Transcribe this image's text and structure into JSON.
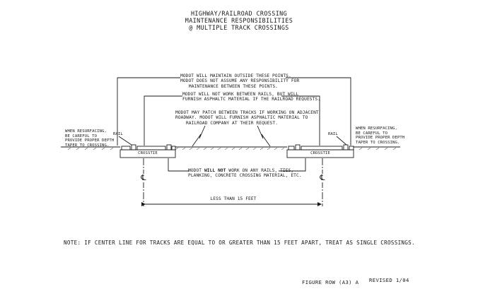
{
  "title": {
    "line1": "HIGHWAY/RAILROAD CROSSING",
    "line2": "MAINTENANCE RESPONSIBILITIES",
    "line3": "@ MULTIPLE TRACK CROSSINGS"
  },
  "callouts": {
    "outside_points": {
      "line1": "MODOT WILL MAINTAIN OUTSIDE THESE POINTS.",
      "line2": "MODOT DOES NOT ASSUME ANY RESPONSIBILITY FOR",
      "line3": "MAINTENANCE BETWEEN THESE POINTS."
    },
    "between_rails": {
      "line1": "MODOT WILL NOT WORK BETWEEN RAILS, BUT WILL",
      "line2": "FURNISH ASPHALTC MATERIAL IF THE RAILROAD REQUESTS."
    },
    "patch_between_tracks": {
      "line1": "MODOT MAY PATCH BETWEEN TRACKS IF WORKING ON ADJACENT",
      "line2": "ROADWAY.  MODOT WILL FURNISH ASPHALTIC MATERIAL TO",
      "line3": "RAILROAD COMPANY AT THEIR REQUEST."
    },
    "will_not_work": {
      "prefix": "MODOT ",
      "emphasis": "WILL NOT",
      "suffix": " WORK ON ANY RAILS, TIES,",
      "line2": "PLANKING, CONCRETE CROSSING MATERIAL, ETC."
    },
    "resurface_left": {
      "line1": "WHEN RESURFACING,",
      "line2": "BE CAREFUL TO",
      "line3": "PROVIDE PROPER DEPTH",
      "line4": "TAPER TO CROSSING."
    },
    "resurface_right": {
      "line1": "WHEN RESURFACING,",
      "line2": "BE CAREFUL TO",
      "line3": "PROVIDE PROPER DEPTH",
      "line4": "TAPER TO CROSSING."
    }
  },
  "labels": {
    "rail_left": "RAIL",
    "rail_right": "RAIL",
    "crosstie_left": "CROSSTIE",
    "crosstie_right": "CROSSTIE",
    "centerline_left": "℄",
    "centerline_right": "℄",
    "dimension": "LESS THAN 15 FEET"
  },
  "note": "NOTE:  IF CENTER LINE FOR TRACKS ARE EQUAL TO OR GREATER THAN 15 FEET APART, TREAT AS SINGLE CROSSINGS.",
  "footer": {
    "figure": "FIGURE ROW (A3) A",
    "revised": "REVISED 1/04"
  },
  "colors": {
    "ink": "#1a1a1a",
    "paper": "#ffffff"
  }
}
